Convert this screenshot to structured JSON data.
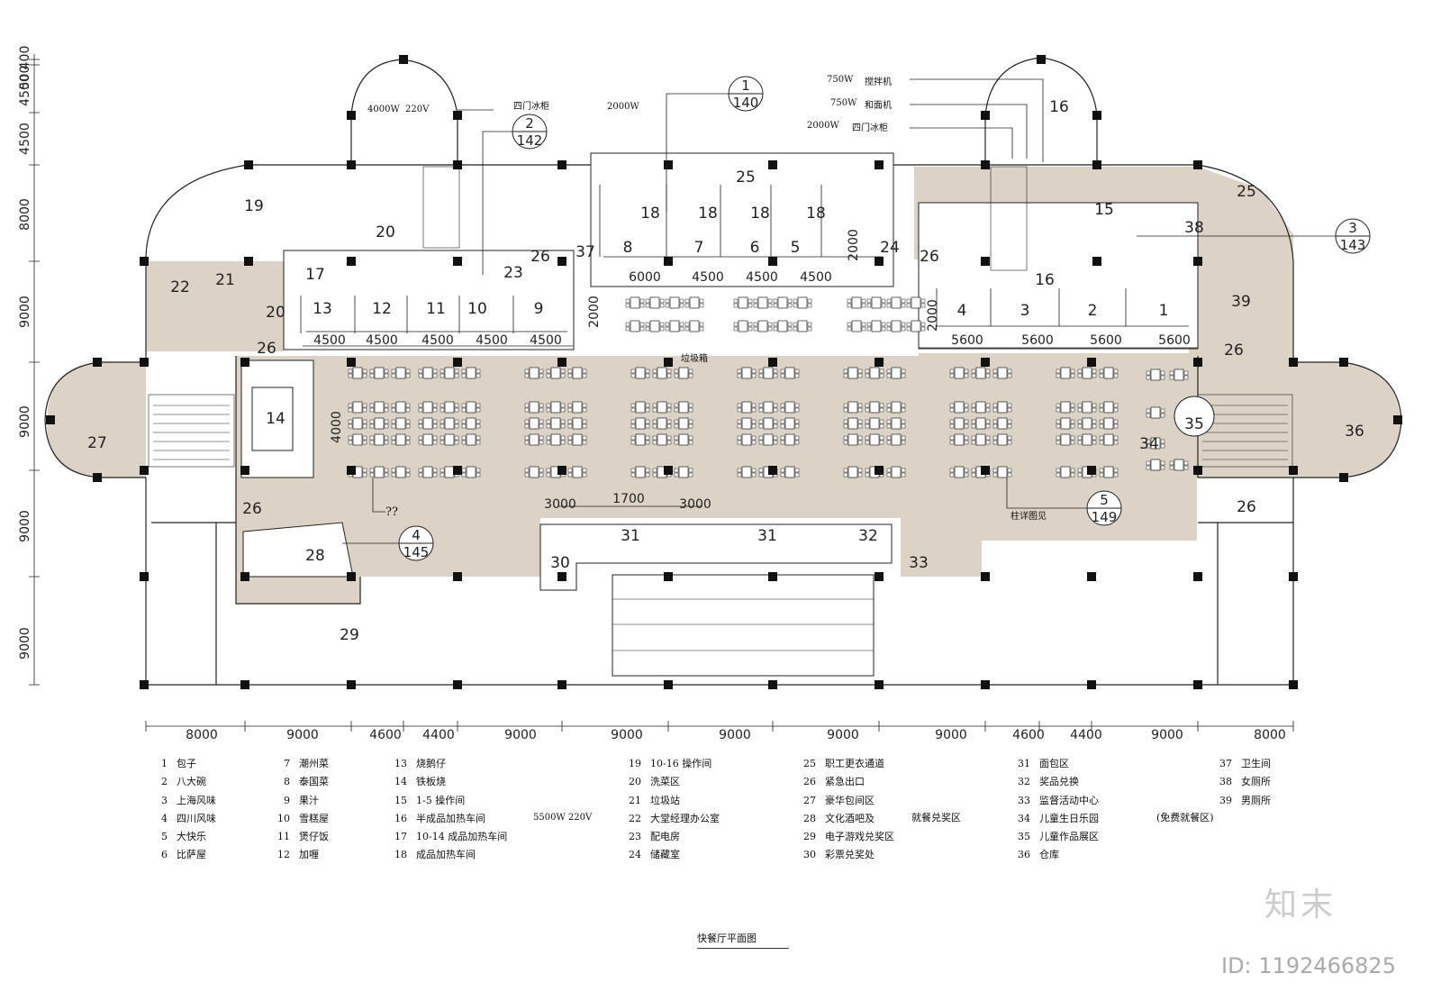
{
  "drawing": {
    "title": "快餐厅平面图",
    "brand": "知末",
    "image_id": "ID: 1192466825",
    "colors": {
      "floor": "#ddd2c6",
      "lines": "#222222",
      "columns": "#111111"
    }
  },
  "dimensions": {
    "bottom": [
      "8000",
      "9000",
      "4600",
      "4400",
      "9000",
      "9000",
      "9000",
      "9000",
      "9000",
      "4600",
      "4400",
      "9000",
      "8000"
    ],
    "left": [
      "400",
      "4500",
      "4500",
      "8000",
      "9000",
      "9000",
      "9000",
      "9000"
    ],
    "left_top_extra": "500",
    "kitchen_top": [
      "6000",
      "4500",
      "4500",
      "4500"
    ],
    "kitchen_left": [
      "4500",
      "4500",
      "4500",
      "4500",
      "4500"
    ],
    "kitchen_right": [
      "5600",
      "5600",
      "5600",
      "5600"
    ],
    "misc": {
      "d2000_a": "2000",
      "d2000_b": "2000",
      "d2000_c": "2000",
      "d4000": "4000",
      "d3000_a": "3000",
      "d1700": "1700",
      "d3000_b": "3000"
    }
  },
  "rooms": {
    "r1": "1",
    "r2": "2",
    "r3": "3",
    "r4": "4",
    "r5": "5",
    "r6": "6",
    "r7": "7",
    "r8": "8",
    "r9": "9",
    "r10": "10",
    "r11": "11",
    "r12": "12",
    "r13": "13",
    "r14": "14",
    "r15": "15",
    "r16a": "16",
    "r16b": "16",
    "r17": "17",
    "r18a": "18",
    "r18b": "18",
    "r18c": "18",
    "r18d": "18",
    "r19": "19",
    "r20a": "20",
    "r20b": "20",
    "r21": "21",
    "r22": "22",
    "r23": "23",
    "r24": "24",
    "r25a": "25",
    "r25b": "25",
    "r26a": "26",
    "r26b": "26",
    "r26c": "26",
    "r26d": "26",
    "r26e": "26",
    "r26f": "26",
    "r27": "27",
    "r28": "28",
    "r29": "29",
    "r30": "30",
    "r31a": "31",
    "r31b": "31",
    "r32": "32",
    "r33": "33",
    "r34": "34",
    "r35": "35",
    "r36": "36",
    "r37": "37",
    "r38": "38",
    "r39": "39"
  },
  "callouts": [
    {
      "top": "1",
      "bottom": "140"
    },
    {
      "top": "2",
      "bottom": "142"
    },
    {
      "top": "3",
      "bottom": "143"
    },
    {
      "top": "4",
      "bottom": "145"
    },
    {
      "top": "5",
      "bottom": "149"
    }
  ],
  "annotations": {
    "a4000w": "4000W",
    "a220v": "220V",
    "fridge_left": "四门冰柜",
    "a2000w_left": "2000W",
    "a750w_1": "750W",
    "mixer": "搅拌机",
    "a750w_2": "750W",
    "dough": "和面机",
    "a2000w_right": "2000W",
    "fridge_right": "四门冰柜",
    "trash": "垃圾箱",
    "column_detail": "柱详图见",
    "question": "??"
  },
  "legend": {
    "col1": [
      {
        "n": "1",
        "t": "包子"
      },
      {
        "n": "2",
        "t": "八大碗"
      },
      {
        "n": "3",
        "t": "上海风味"
      },
      {
        "n": "4",
        "t": "四川风味"
      },
      {
        "n": "5",
        "t": "大快乐"
      },
      {
        "n": "6",
        "t": "比萨屋"
      }
    ],
    "col2": [
      {
        "n": "7",
        "t": "潮州菜"
      },
      {
        "n": "8",
        "t": "泰国菜"
      },
      {
        "n": "9",
        "t": "果汁"
      },
      {
        "n": "10",
        "t": "雪糕屋"
      },
      {
        "n": "11",
        "t": "煲仔饭"
      },
      {
        "n": "12",
        "t": "加喱"
      }
    ],
    "col3": [
      {
        "n": "13",
        "t": "烧鹅仔"
      },
      {
        "n": "14",
        "t": "铁板烧"
      },
      {
        "n": "15",
        "t": "1-5 操作间"
      },
      {
        "n": "16",
        "t": "半成品加热车间"
      },
      {
        "n": "17",
        "t": "10-14 成品加热车间"
      },
      {
        "n": "18",
        "t": "成品加热车间"
      }
    ],
    "col3_extra": "5500W 220V",
    "col4": [
      {
        "n": "19",
        "t": "10-16 操作间"
      },
      {
        "n": "20",
        "t": "洗菜区"
      },
      {
        "n": "21",
        "t": "垃圾站"
      },
      {
        "n": "22",
        "t": "大堂经理办公室"
      },
      {
        "n": "23",
        "t": "配电房"
      },
      {
        "n": "24",
        "t": "储藏室"
      }
    ],
    "col5": [
      {
        "n": "25",
        "t": "职工更衣通道"
      },
      {
        "n": "26",
        "t": "紧急出口"
      },
      {
        "n": "27",
        "t": "豪华包间区"
      },
      {
        "n": "28",
        "t": "文化酒吧及"
      },
      {
        "n": "29",
        "t": "电子游戏兑奖区"
      },
      {
        "n": "30",
        "t": "彩票兑奖处"
      }
    ],
    "col5_extra": "就餐兑奖区",
    "col6": [
      {
        "n": "31",
        "t": "面包区"
      },
      {
        "n": "32",
        "t": "奖品兑换"
      },
      {
        "n": "33",
        "t": "监督活动中心"
      },
      {
        "n": "34",
        "t": "儿童生日乐园"
      },
      {
        "n": "35",
        "t": "儿童作品展区"
      },
      {
        "n": "36",
        "t": "仓库"
      }
    ],
    "col6_extra": "(免费就餐区)",
    "col7": [
      {
        "n": "37",
        "t": "卫生间"
      },
      {
        "n": "38",
        "t": "女厕所"
      },
      {
        "n": "39",
        "t": "男厕所"
      }
    ]
  }
}
